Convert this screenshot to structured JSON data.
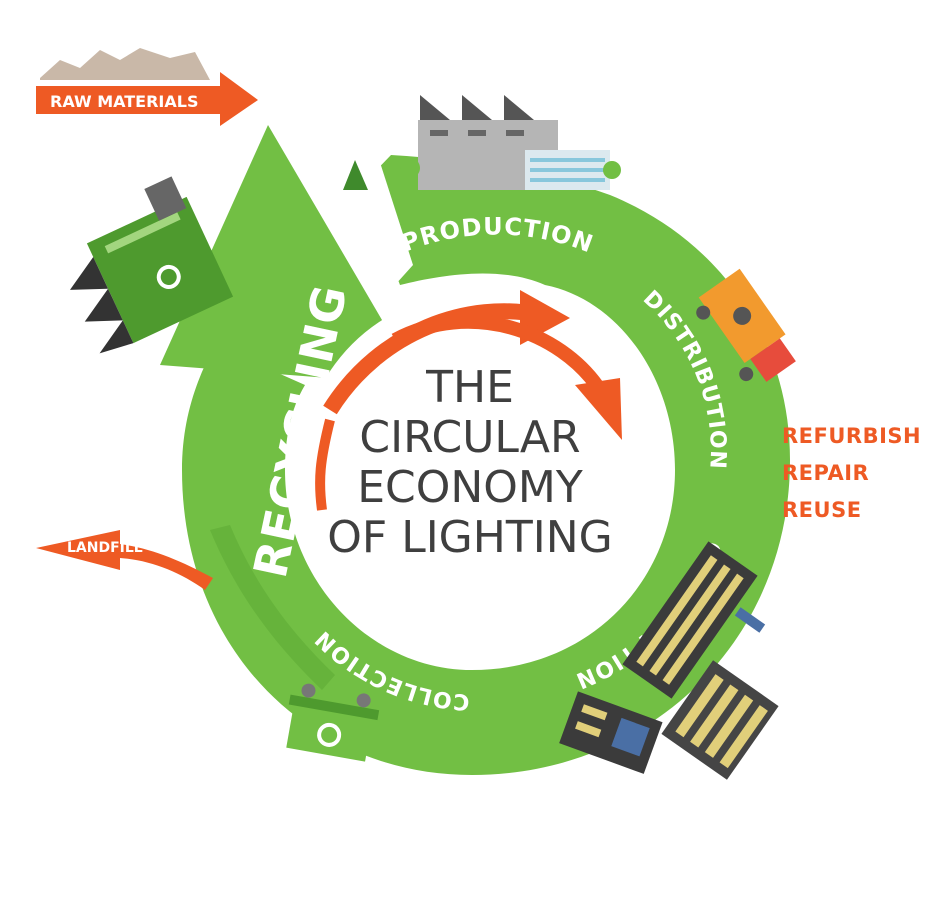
{
  "title_lines": [
    "THE",
    "CIRCULAR",
    "ECONOMY",
    "OF LIGHTING"
  ],
  "ring_stages": {
    "production": "PRODUCTION",
    "distribution": "DISTRIBUTION",
    "consumption": "CONSUMPTION",
    "collection": "COLLECTION",
    "recycling": "RECYCLING"
  },
  "raw_materials": "RAW MATERIALS",
  "landfill": "LANDFILL",
  "side_actions": [
    "REFURBISH",
    "REPAIR",
    "REUSE"
  ],
  "colors": {
    "ring_green": "#72bf44",
    "dark_green": "#4e9a2e",
    "accent_orange": "#ee5a24",
    "text_gray": "#3f3f3f"
  },
  "icons": [
    "mountains-icon",
    "factory-icon",
    "truck-icon",
    "building-icon",
    "recycle-bin-icon",
    "recycling-plant-icon"
  ]
}
